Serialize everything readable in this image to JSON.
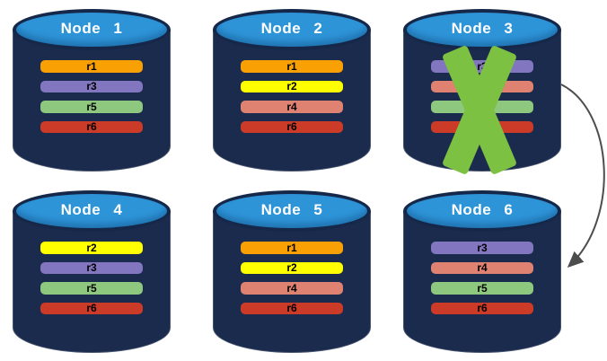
{
  "colors": {
    "cylinder_body": "#1B2B4E",
    "cylinder_top": "#2E94D8",
    "cylinder_outline": "#16284A",
    "node_label_text": "#FFFFFF",
    "bar_text": "#000000",
    "x_mark": "#7CC142",
    "arrow": "#4D4D4D"
  },
  "replica_colors": {
    "r1": "#F9A104",
    "r2": "#FFFF00",
    "r3": "#8276C1",
    "r4": "#DF8271",
    "r5": "#8DC87E",
    "r6": "#CC3A28"
  },
  "nodes": [
    {
      "label": "Node 1",
      "failed": false,
      "replicas": [
        "r1",
        "r3",
        "r5",
        "r6"
      ]
    },
    {
      "label": "Node 2",
      "failed": false,
      "replicas": [
        "r1",
        "r2",
        "r4",
        "r6"
      ]
    },
    {
      "label": "Node 3",
      "failed": true,
      "replicas": [
        "r3",
        "r4",
        "r5",
        "r6"
      ]
    },
    {
      "label": "Node 4",
      "failed": false,
      "replicas": [
        "r2",
        "r3",
        "r5",
        "r6"
      ]
    },
    {
      "label": "Node 5",
      "failed": false,
      "replicas": [
        "r1",
        "r2",
        "r4",
        "r6"
      ]
    },
    {
      "label": "Node 6",
      "failed": false,
      "replicas": [
        "r3",
        "r4",
        "r5",
        "r6"
      ]
    }
  ],
  "arrow": {
    "from": "Node 3",
    "to": "Node 6"
  }
}
